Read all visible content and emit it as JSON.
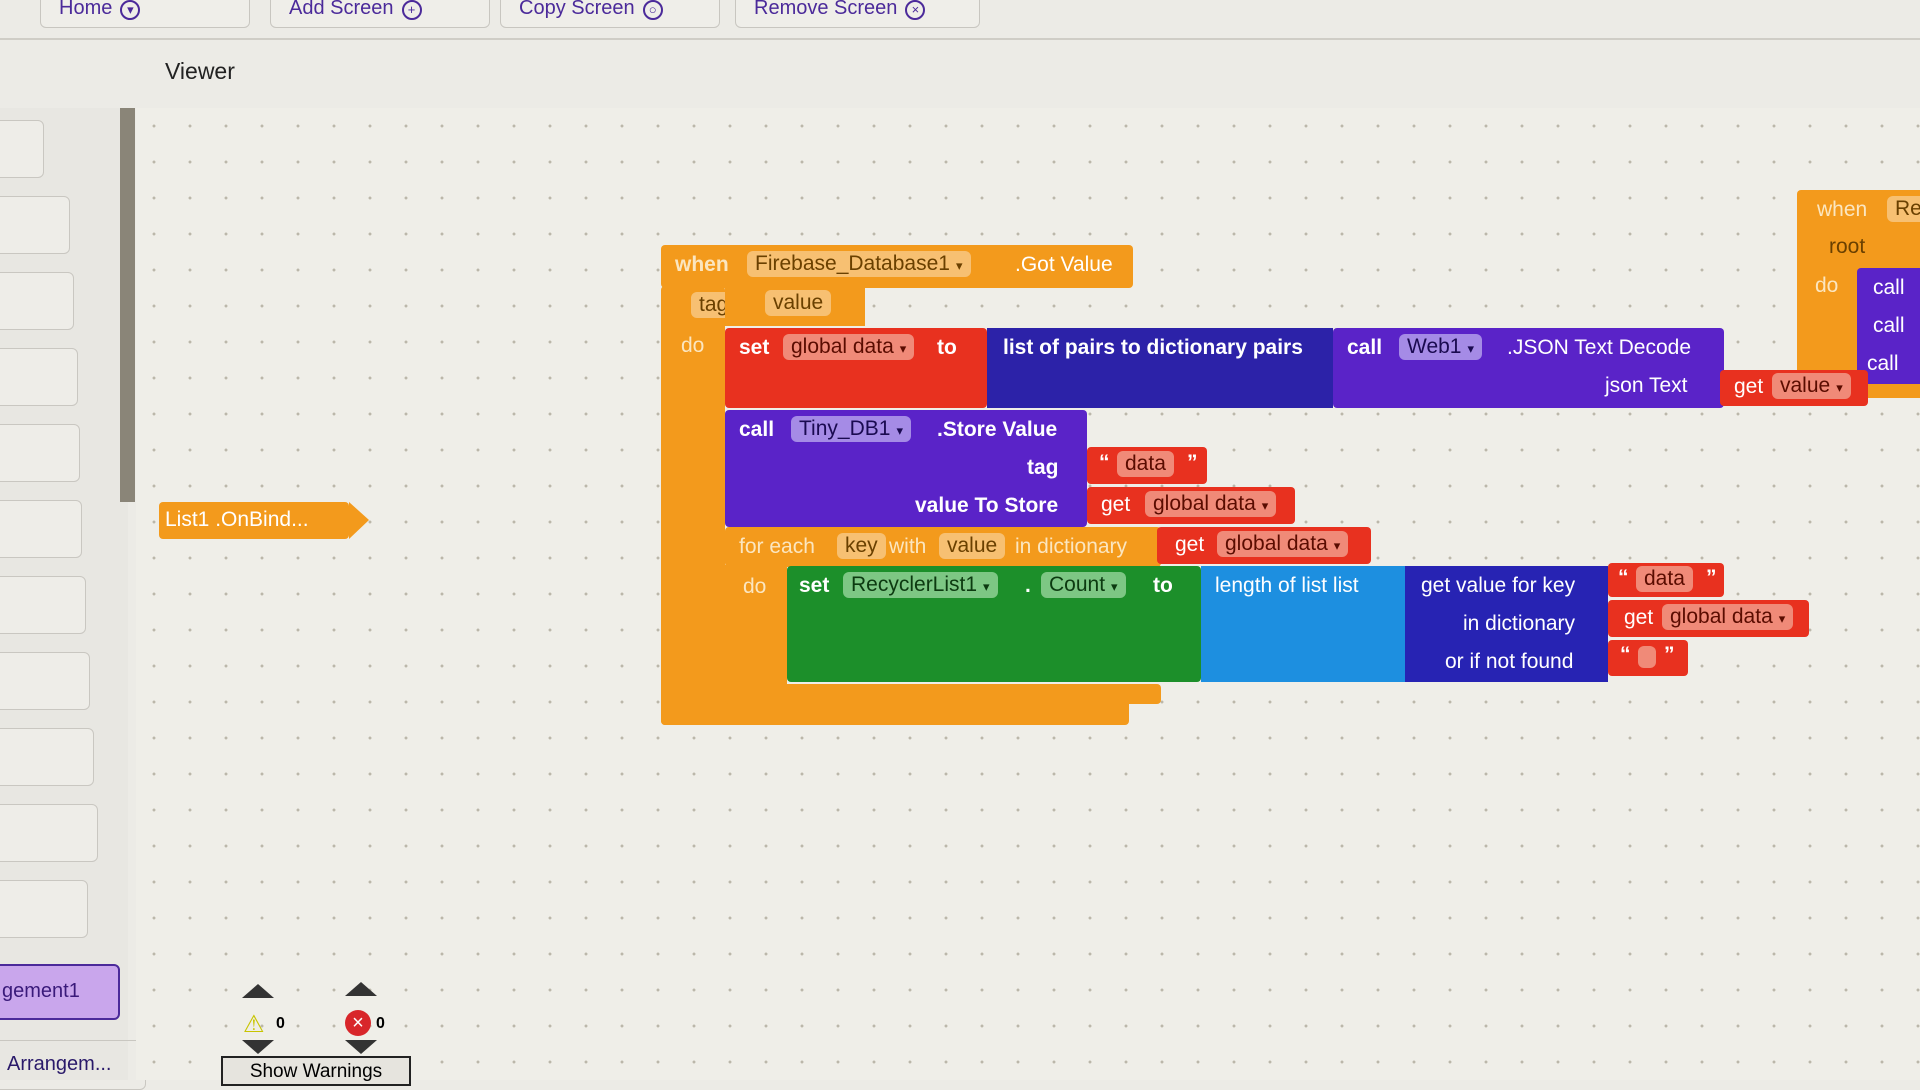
{
  "toolbar": {
    "home": "Home",
    "add_screen": "Add Screen",
    "copy_screen": "Copy Screen",
    "remove_screen": "Remove Screen"
  },
  "viewer_title": "Viewer",
  "components": {
    "selected": "gement1",
    "next": "Arrangem..."
  },
  "collapsed_block": "List1 .OnBind...",
  "event": {
    "when": "when",
    "component": "Firebase_Database1",
    "event": ".Got Value",
    "param1": "tag",
    "param2": "value",
    "do": "do"
  },
  "set1": {
    "set": "set",
    "var": "global data",
    "to": "to",
    "func": "list of pairs to dictionary  pairs",
    "call": "call",
    "comp": "Web1",
    "method": ".JSON Text Decode",
    "arg": "json Text",
    "get": "get",
    "getvar": "value"
  },
  "store": {
    "call": "call",
    "comp": "Tiny_DB1",
    "method": ".Store Value",
    "tag_label": "tag",
    "tag_value": "data",
    "value_label": "value To Store",
    "get": "get",
    "getvar": "global data"
  },
  "foreach": {
    "for_each": "for each",
    "key": "key",
    "with": "with",
    "value": "value",
    "in_dict": "in dictionary",
    "get": "get",
    "getvar": "global data",
    "do": "do"
  },
  "set2": {
    "set": "set",
    "comp": "RecyclerList1",
    "dot": ".",
    "prop": "Count",
    "to": "to",
    "length": "length of list  list",
    "gvk": "get value for key",
    "key": "data",
    "in_dict": "in dictionary",
    "get": "get",
    "getvar": "global data",
    "not_found": "or if not found",
    "empty": ""
  },
  "right_block": {
    "when": "when",
    "comp": "Re",
    "param": "root",
    "do": "do",
    "call": "call"
  },
  "warnings": {
    "warn_count": "0",
    "error_count": "0",
    "show_warnings": "Show Warnings"
  }
}
